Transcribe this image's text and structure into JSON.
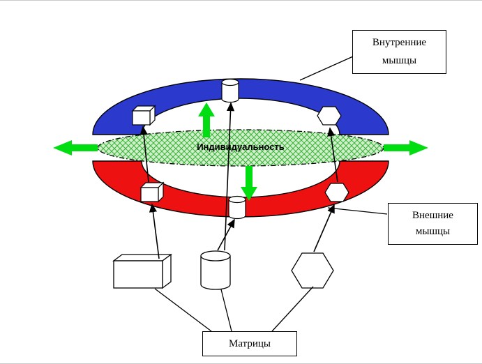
{
  "labels": {
    "individuality": "Индивидуальность",
    "inner_muscles_line1": "Внутренние",
    "inner_muscles_line2": "мышцы",
    "outer_muscles_line1": "Внешние",
    "outer_muscles_line2": "мышцы",
    "matrices": "Матрицы"
  },
  "colors": {
    "blue_arc": "#2b3acd",
    "red_arc": "#ee1111",
    "green_arrow_fill": "#00dd11",
    "green_arrow_stroke": "#157a15",
    "ellipse_fill": "#d2eecd",
    "hatch_line": "#35b535",
    "outline": "#000000",
    "shape_fill": "#ffffff"
  }
}
